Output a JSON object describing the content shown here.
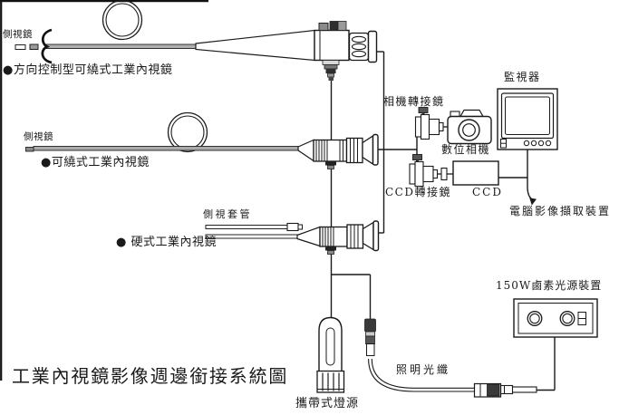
{
  "diagram_title": "工業內視鏡影像週邊銜接系統圖",
  "scopes": {
    "scope1": {
      "label": "●方向控制型可繞式工業內視鏡",
      "tip_label": "側視鏡"
    },
    "scope2": {
      "label": "●可繞式工業內視鏡",
      "tip_label": "側視鏡"
    },
    "scope3": {
      "label": "● 硬式工業內視鏡",
      "sheath_label": "側視套管"
    }
  },
  "imaging_chain": {
    "camera_adapter_label": "相機轉接鏡",
    "digital_camera_label": "數位相機",
    "monitor_label": "監視器",
    "ccd_adapter_label": "CCD轉接鏡",
    "ccd_label": "CCD",
    "computer_capture_label": "電腦影像擷取裝置"
  },
  "light_sources": {
    "halogen_label": "150W鹵素光源裝置",
    "fiber_label": "照明光纖",
    "portable_label": "攜帶式燈源"
  },
  "colors": {
    "ink": "#1a1a1a",
    "tube_gray": "#b0b0b0",
    "background": "#ffffff"
  }
}
